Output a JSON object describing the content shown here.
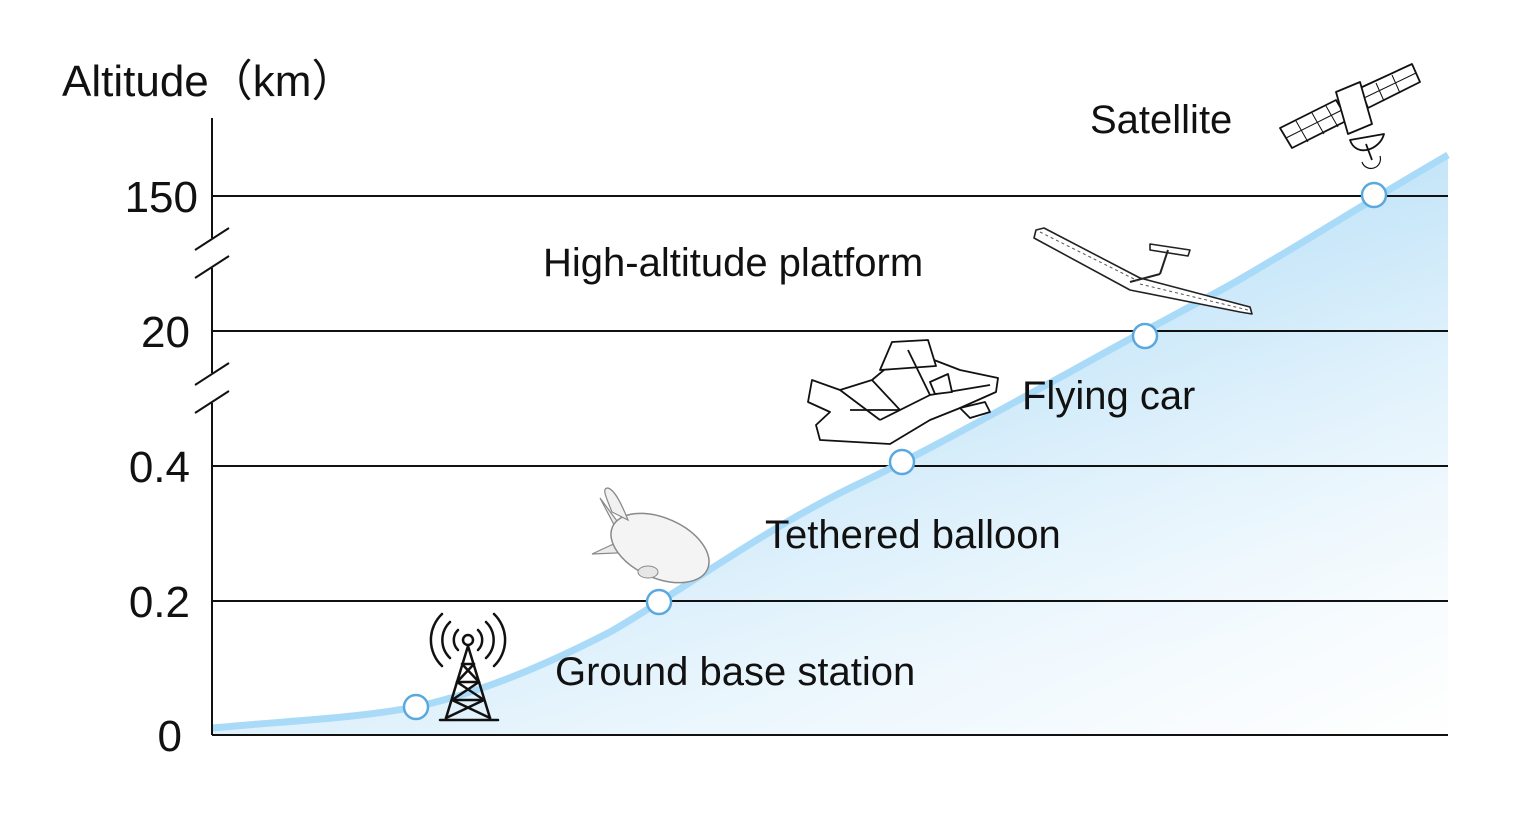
{
  "axis": {
    "y_title": "Altitude（km）",
    "ticks": [
      "0",
      "0.2",
      "0.4",
      "20",
      "150"
    ],
    "break_markers": 2
  },
  "colors": {
    "fill_top": "#9fd3f3",
    "curve": "#a9daf7",
    "marker_stroke": "#5aa8e0",
    "axis": "#111111"
  },
  "items": [
    {
      "label": "Ground base station",
      "icon": "cell-tower-icon"
    },
    {
      "label": "Tethered balloon",
      "icon": "blimp-icon"
    },
    {
      "label": "Flying car",
      "icon": "flying-car-icon"
    },
    {
      "label": "High-altitude platform",
      "icon": "solar-glider-icon"
    },
    {
      "label": "Satellite",
      "icon": "satellite-icon"
    }
  ]
}
